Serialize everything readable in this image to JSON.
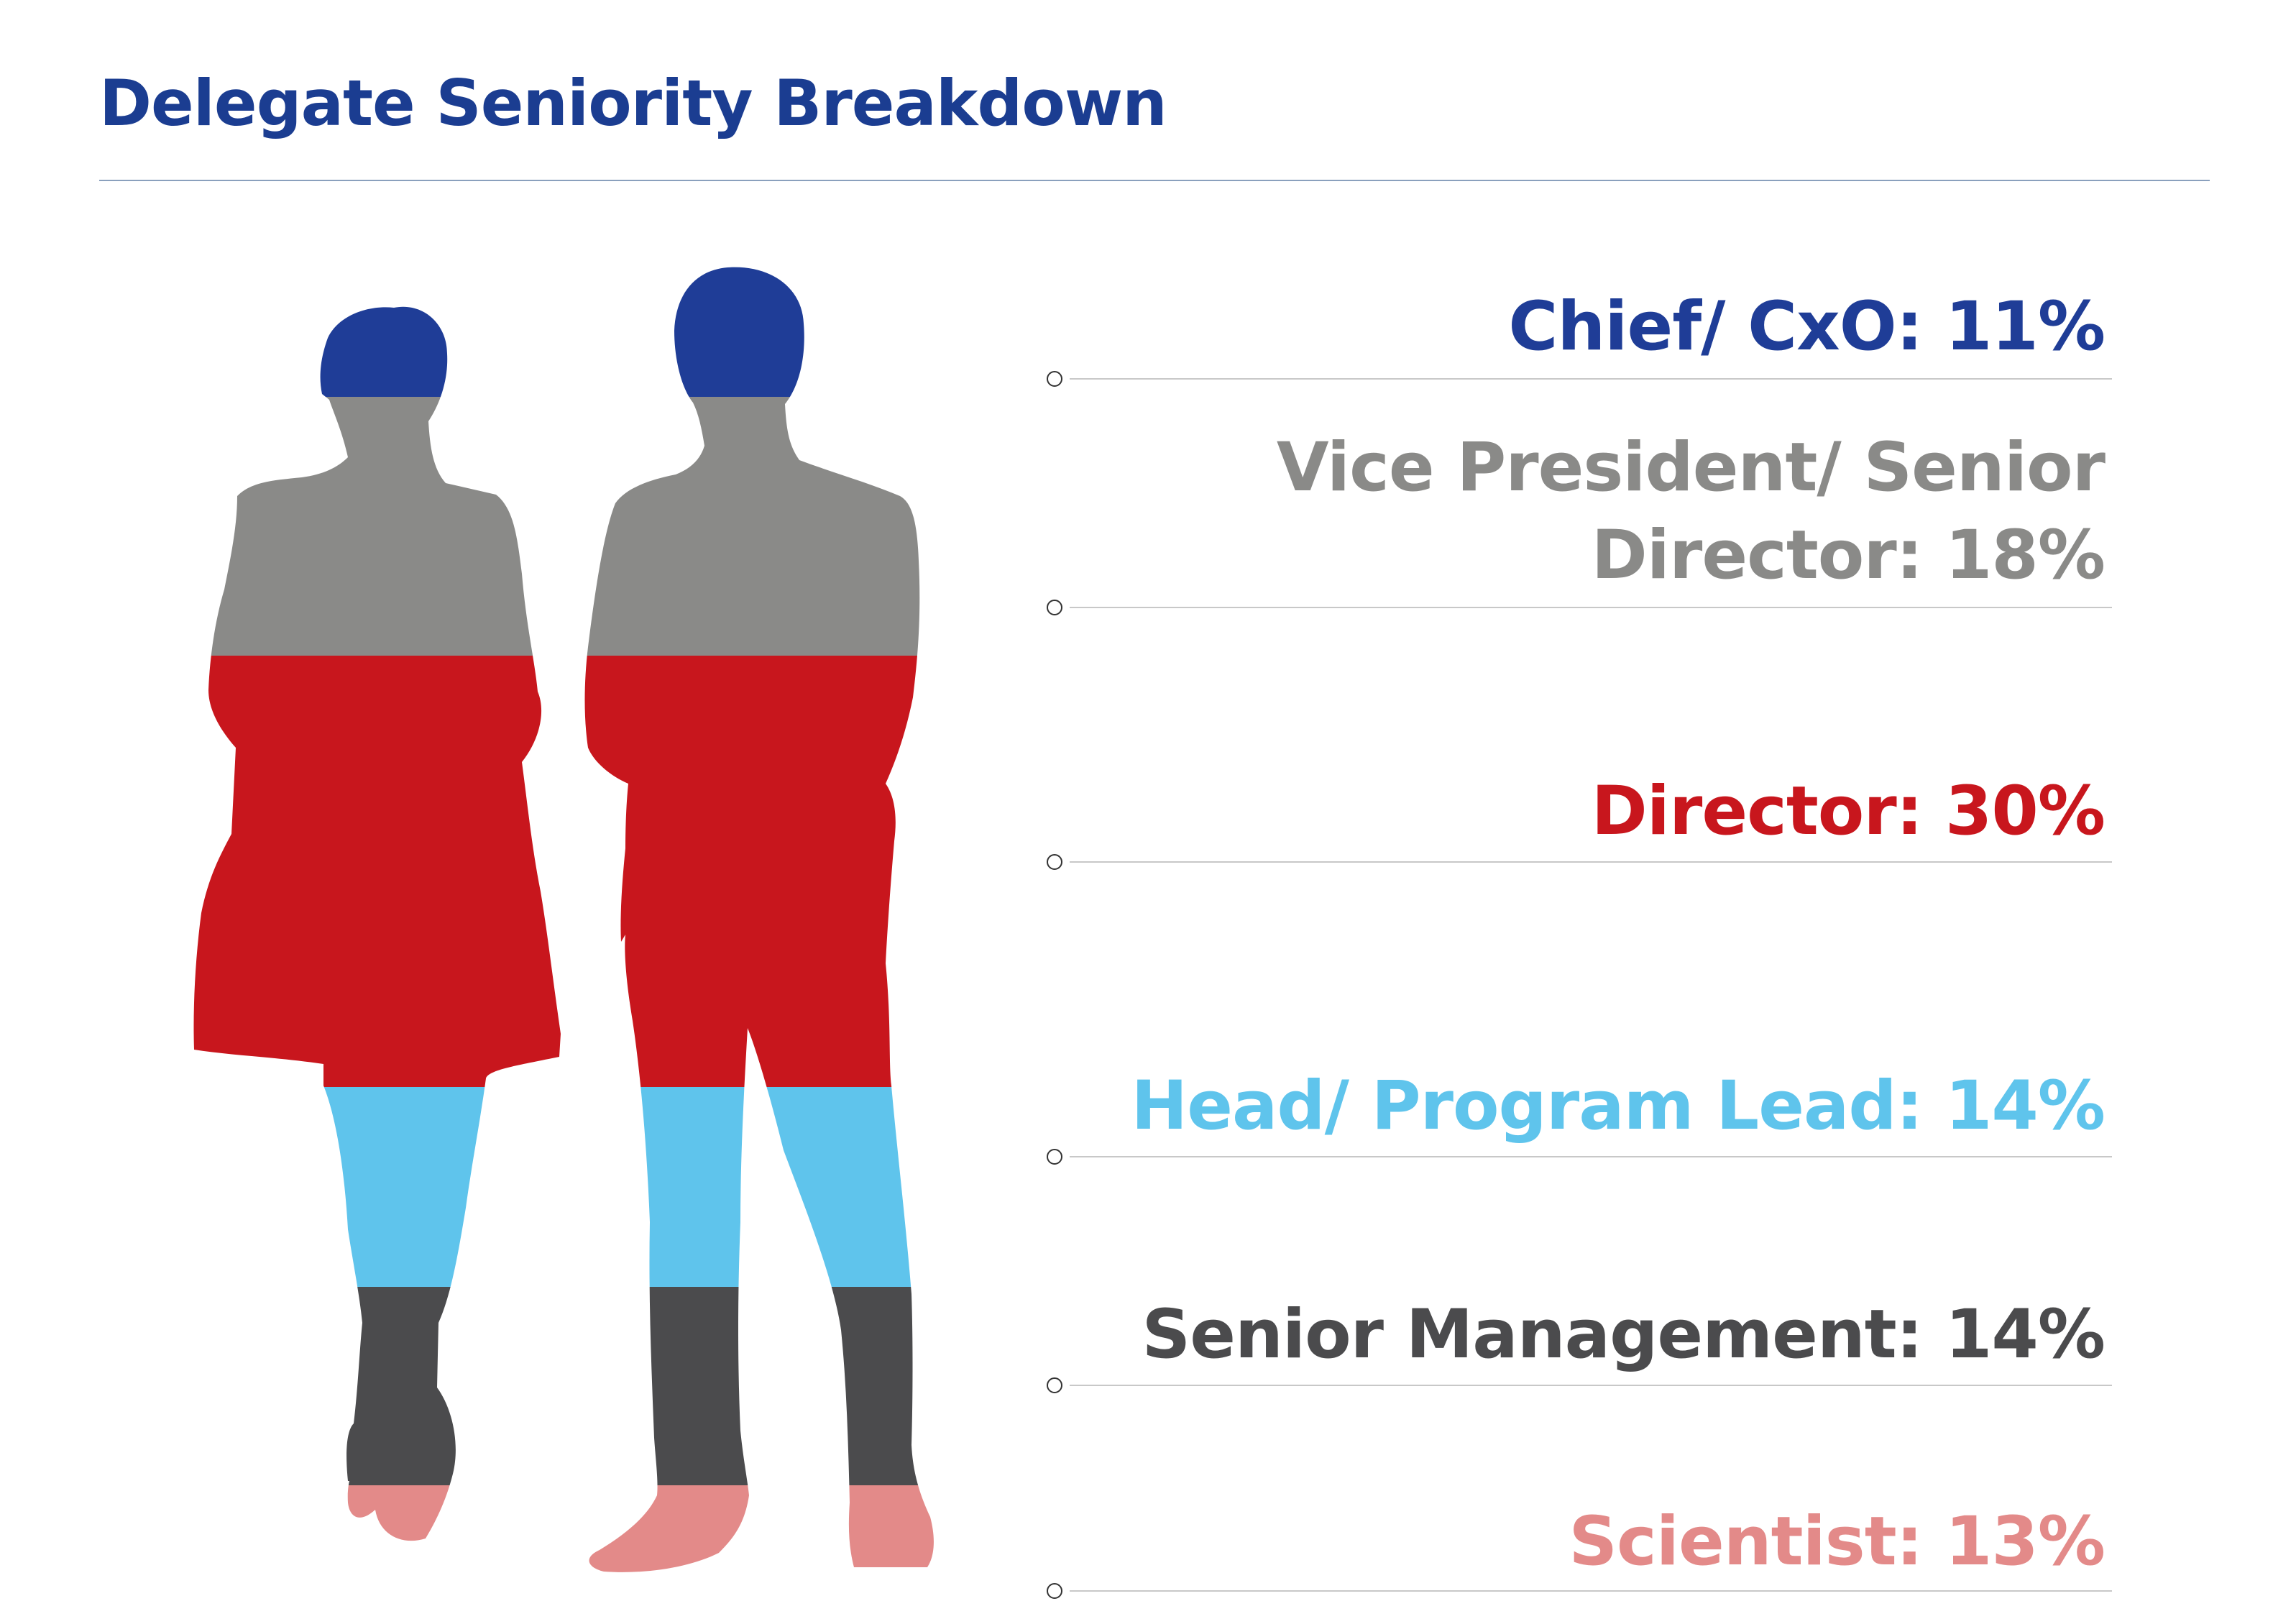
{
  "title": "Delegate Seniority Breakdown",
  "chart_data": {
    "type": "pictograph",
    "title": "Delegate Seniority Breakdown",
    "unit": "%",
    "categories": [
      "Chief/ CxO",
      "Vice President/ Senior Director",
      "Director",
      "Head/ Program Lead",
      "Senior Management",
      "Scientist"
    ],
    "values": [
      11,
      18,
      30,
      14,
      14,
      13
    ],
    "labels": [
      "Chief/ CxO: 11%",
      "Vice President/ Senior Director: 18%",
      "Director: 30%",
      "Head/ Program Lead: 14%",
      "Senior Management: 14%",
      "Scientist: 13%"
    ],
    "colors": [
      "#1f3d97",
      "#8a8a88",
      "#c8161d",
      "#5fc4ec",
      "#4b4b4d",
      "#e38a89"
    ]
  }
}
